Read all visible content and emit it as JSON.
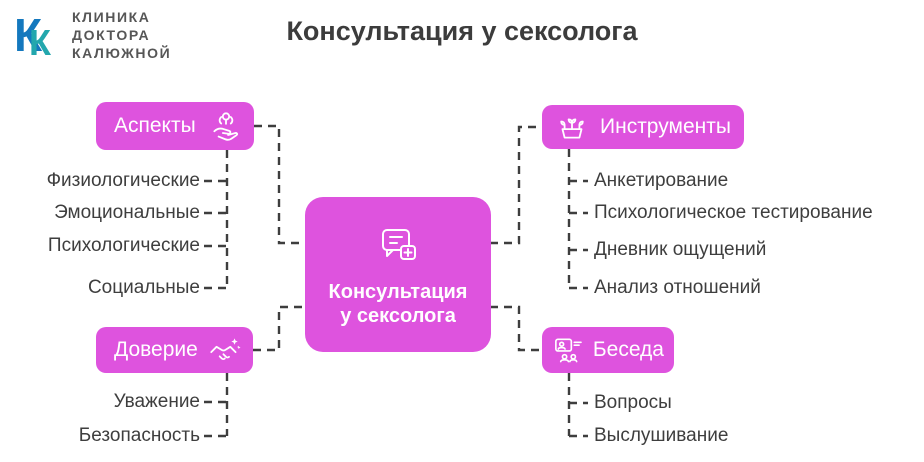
{
  "logo": {
    "line1": "КЛИНИКА",
    "line2": "ДОКТОРА",
    "line3": "КАЛЮЖНОЙ"
  },
  "title": "Консультация у сексолога",
  "center": {
    "line1": "Консультация",
    "line2": "у сексолога",
    "icon": "chat-medical-icon"
  },
  "branches": [
    {
      "label": "Аспекты",
      "icon": "care-hand-flower-icon",
      "items": [
        "Физиологические",
        "Эмоциональные",
        "Психологические",
        "Социальные"
      ]
    },
    {
      "label": "Инструменты",
      "icon": "seedlings-tools-icon",
      "items": [
        "Анкетирование",
        "Психологическое тестирование",
        "Дневник ощущений",
        "Анализ отношений"
      ]
    },
    {
      "label": "Доверие",
      "icon": "handshake-icon",
      "items": [
        "Уважение",
        "Безопасность"
      ]
    },
    {
      "label": "Беседа",
      "icon": "person-chat-icon",
      "items": [
        "Вопросы",
        "Выслушивание"
      ]
    }
  ],
  "colors": {
    "accent": "#DE53DE",
    "text": "#3E3E3E",
    "logo_blue": "#1478BE",
    "logo_teal": "#23A7AD"
  }
}
